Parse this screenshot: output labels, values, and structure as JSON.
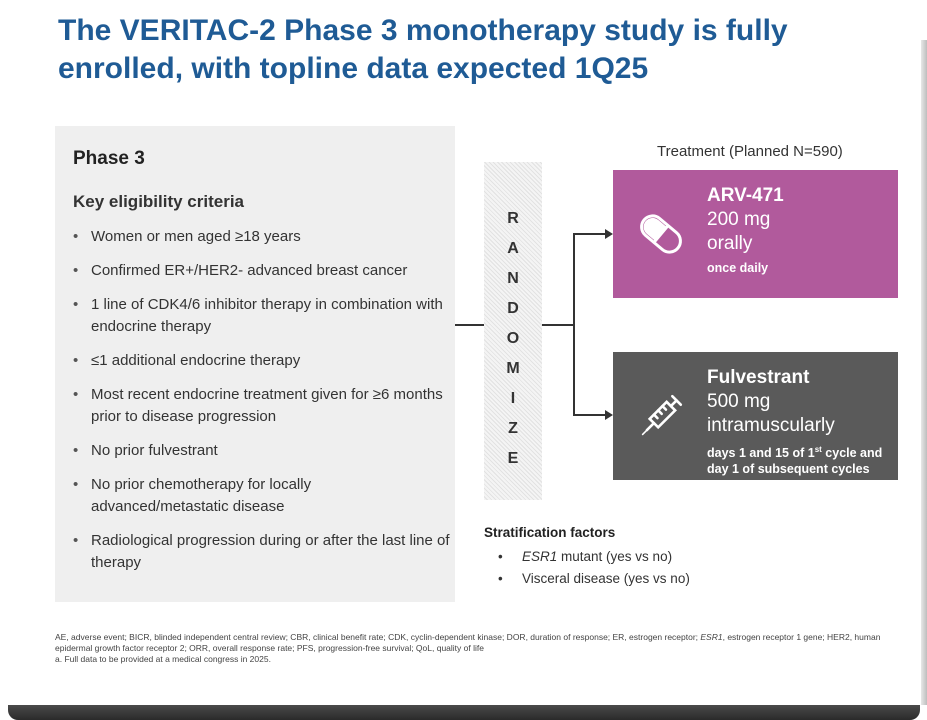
{
  "title": {
    "line1": "The VERITAC-2 Phase 3 monotherapy study is fully",
    "line2": "enrolled, with topline data expected 1Q25"
  },
  "criteria": {
    "phase": "Phase 3",
    "heading": "Key eligibility criteria",
    "items": [
      "Women or men aged ≥18 years",
      "Confirmed ER+/HER2- advanced breast cancer",
      "1 line of CDK4/6 inhibitor therapy in combination with endocrine therapy",
      "≤1 additional endocrine therapy",
      "Most recent endocrine treatment given for ≥6 months prior to disease progression",
      "No prior fulvestrant",
      "No prior chemotherapy for locally advanced/metastatic disease",
      "Radiological progression during or after the last line of therapy"
    ]
  },
  "randomize": [
    "R",
    "A",
    "N",
    "D",
    "O",
    "M",
    "I",
    "Z",
    "E"
  ],
  "treatment_label": "Treatment (Planned N=590)",
  "arms": [
    {
      "name": "ARV-471",
      "dose": "200 mg",
      "route": "orally",
      "schedule": "once daily",
      "icon": "pill-icon",
      "color": "#b15a9c"
    },
    {
      "name": "Fulvestrant",
      "dose": "500 mg",
      "route": "intramuscularly",
      "schedule_a": "days 1 and 15 of 1",
      "schedule_sup": "st",
      "schedule_b": " cycle and",
      "schedule_c": "day 1 of subsequent cycles",
      "icon": "syringe-icon",
      "color": "#5a5a5a"
    }
  ],
  "stratification": {
    "title": "Stratification factors",
    "items": [
      {
        "italic": "ESR1",
        "text": " mutant (yes vs no)"
      },
      {
        "italic": "",
        "text": "Visceral disease (yes vs no)"
      }
    ]
  },
  "footnote": {
    "line1_a": "AE, adverse event; BICR, blinded independent central review; CBR, clinical benefit rate; CDK, cyclin-dependent kinase; DOR, duration of response; ER, estrogen receptor; ",
    "line1_italic": "ESR1",
    "line1_b": ", estrogen receptor 1 gene; HER2, human epidermal growth factor receptor 2; ORR, overall response rate; PFS, progression-free survival; QoL, quality of life",
    "line2": "a. Full data to be provided at a medical congress in 2025."
  },
  "colors": {
    "title": "#1f5b95",
    "arm1": "#b15a9c",
    "arm2": "#5a5a5a",
    "criteria_bg": "#efefef"
  }
}
